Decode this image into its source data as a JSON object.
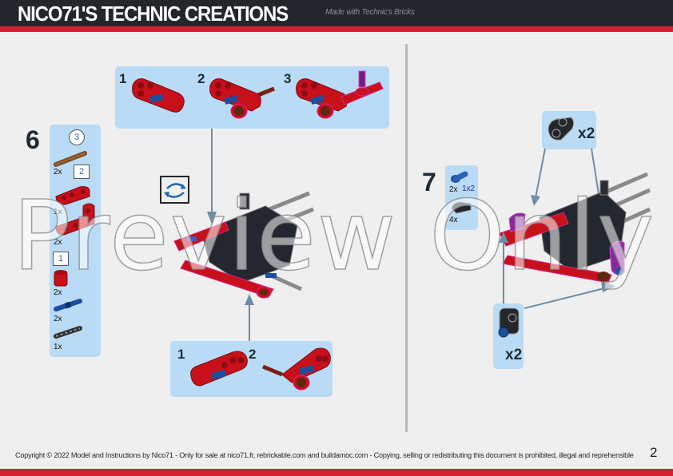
{
  "header": {
    "brand": "NICO71'S TECHNIC CREATIONS",
    "tagline": "Made with Technic's Bricks",
    "colors": {
      "background": "#23262b",
      "accent": "#d41f33"
    }
  },
  "step6": {
    "number": "6",
    "parts_list": [
      {
        "badge": "3",
        "badge_shape": "circle",
        "part": "brown-axle-pin",
        "qty": "2x"
      },
      {
        "badge": "2",
        "badge_shape": "box",
        "part": "red-liftarm-thin",
        "qty": "1x"
      },
      {
        "part": "red-liftarm-L",
        "qty": "2x"
      },
      {
        "badge": "1",
        "badge_shape": "box",
        "part": "red-pin-connector",
        "qty": "2x"
      },
      {
        "part": "blue-axle-pin",
        "qty": "2x"
      },
      {
        "part": "black-pin-long",
        "qty": "1x"
      }
    ],
    "subassembly_top": {
      "steps": [
        {
          "label": "1"
        },
        {
          "label": "2"
        },
        {
          "label": "3"
        }
      ]
    },
    "subassembly_bottom": {
      "steps": [
        {
          "label": "1"
        },
        {
          "label": "2"
        }
      ]
    },
    "rotate_icon": "rotate-model-icon"
  },
  "step7": {
    "number": "7",
    "parts_list": [
      {
        "part": "blue-pin-axle",
        "qty": "2x",
        "size_label": "1x2"
      },
      {
        "part": "black-connector",
        "qty": "4x"
      }
    ],
    "callout_top": {
      "part": "black-axle-pin-connector",
      "qty": "x2"
    },
    "callout_bottom": {
      "part": "black-pin-connector-blue",
      "qty": "x2"
    }
  },
  "watermark": "Preview Only",
  "footer": {
    "copyright": "Copyright © 2022 Model and Instructions by Nico71 - Only for sale at nico71.fr, rebrickable.com and buildamoc.com - Copying, selling or redistributing this document is prohibited, illegal and reprehensible",
    "page_number": "2"
  }
}
